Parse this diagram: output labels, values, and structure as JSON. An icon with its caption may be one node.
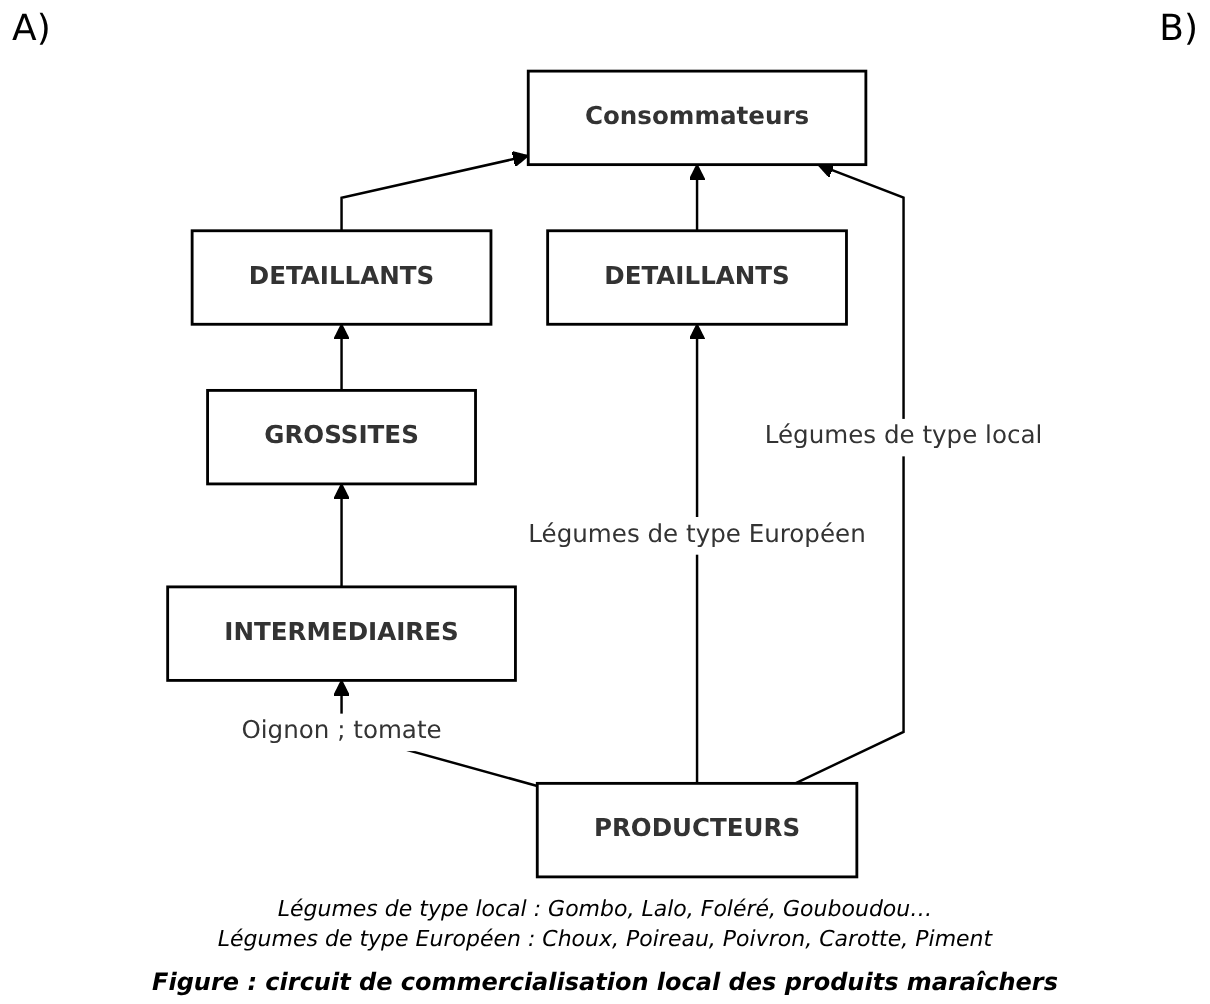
{
  "diagram": {
    "caption": "Figure : circuit de commercialisation local des produits maraîchers",
    "nodes": [
      {
        "text": [
          "Consommateurs"
        ]
      },
      {
        "text": [
          "DETAILLANTS"
        ]
      },
      {
        "text": [
          "DETAILLANTS"
        ]
      },
      {
        "text": [
          "GROSSITES"
        ]
      },
      {
        "text": [
          "INTERMEDIAIRES"
        ]
      },
      {
        "text": [
          "PRODUCTEURS"
        ]
      }
    ],
    "edges": [
      {
        "from": 1,
        "to": 0,
        "arrow": "to"
      },
      {
        "from": 2,
        "to": 0,
        "arrow": "to"
      },
      {
        "from": 5,
        "to": 0,
        "arrow": "to",
        "label": "Légumes de type local"
      },
      {
        "from": 3,
        "to": 1,
        "arrow": "to"
      },
      {
        "from": 4,
        "to": 3,
        "arrow": "to"
      },
      {
        "from": 5,
        "to": 4,
        "arrow": "to",
        "label": "Oignon ; tomate"
      },
      {
        "from": 5,
        "to": 2,
        "arrow": "to",
        "label": "Légumes de type Européen"
      }
    ],
    "labels": [
      "A)",
      "B)",
      "Légumes de type local : Gombo, Lalo, Foléré, Gouboudou…",
      "Légumes de type Européen : Choux, Poireau, Poivron, Carotte, Piment"
    ]
  }
}
